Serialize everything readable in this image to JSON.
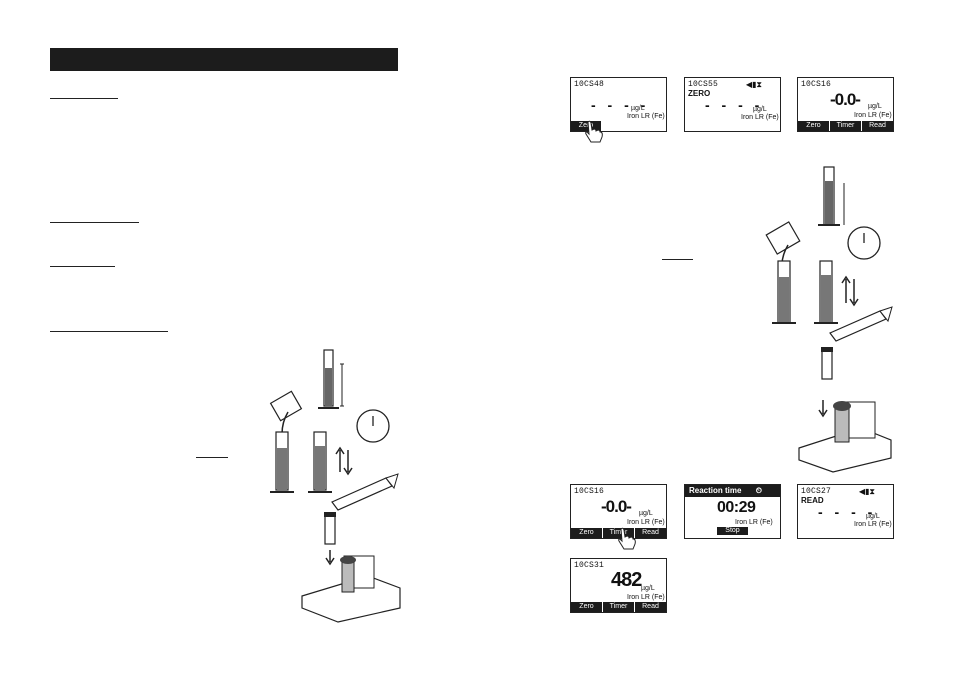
{
  "screens": {
    "s1": {
      "code": "10CS48",
      "dashes": "- - - -",
      "unit": "µg/L",
      "method": "Iron LR (Fe)",
      "soft": [
        "Zero"
      ]
    },
    "s2": {
      "code": "10CS55",
      "flag": "ZERO",
      "dashes": "- - - -",
      "unit": "µg/L",
      "method": "Iron LR (Fe)"
    },
    "s3": {
      "code": "10CS16",
      "value": "-0.0-",
      "unit": "µg/L",
      "method": "Iron LR (Fe)",
      "soft": [
        "Zero",
        "Timer",
        "Read"
      ]
    },
    "s4": {
      "code": "10CS16",
      "value": "-0.0-",
      "unit": "µg/L",
      "method": "Iron LR (Fe)",
      "soft": [
        "Zero",
        "Timer",
        "Read"
      ]
    },
    "s5": {
      "title": "Reaction time",
      "time": "00:29",
      "method": "Iron LR (Fe)",
      "stop": "Stop"
    },
    "s6": {
      "code": "10CS27",
      "flag": "READ",
      "dashes": "- - - -",
      "unit": "µg/L",
      "method": "Iron LR (Fe)"
    },
    "s7": {
      "code": "10CS31",
      "value": "482",
      "unit": "µg/L",
      "method": "Iron LR (Fe)",
      "soft": [
        "Zero",
        "Timer",
        "Read"
      ]
    }
  },
  "icons": [
    "hand-pointer-icon",
    "graduated-cylinder-icon",
    "reagent-packet-icon",
    "timer-clock-icon",
    "invert-arrows-icon",
    "pipette-icon",
    "cuvette-icon",
    "meter-cell-icon",
    "battery-icon",
    "clock-icon"
  ]
}
